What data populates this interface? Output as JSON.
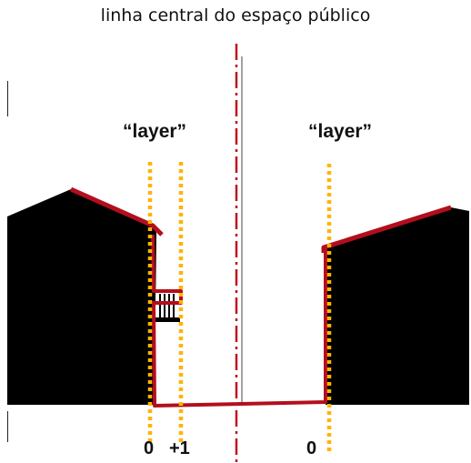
{
  "title": "linha central do espaço público",
  "layers": {
    "left": "“layer”",
    "right": "“layer”"
  },
  "markers": {
    "left_zero": "0",
    "plus_one": "+1",
    "right_zero": "0"
  },
  "colors": {
    "building": "#000000",
    "profile": "#b30e1d",
    "layer_line": "#ffb400",
    "center_line": "#c0121f",
    "balcony_fill": "#ffffff"
  }
}
